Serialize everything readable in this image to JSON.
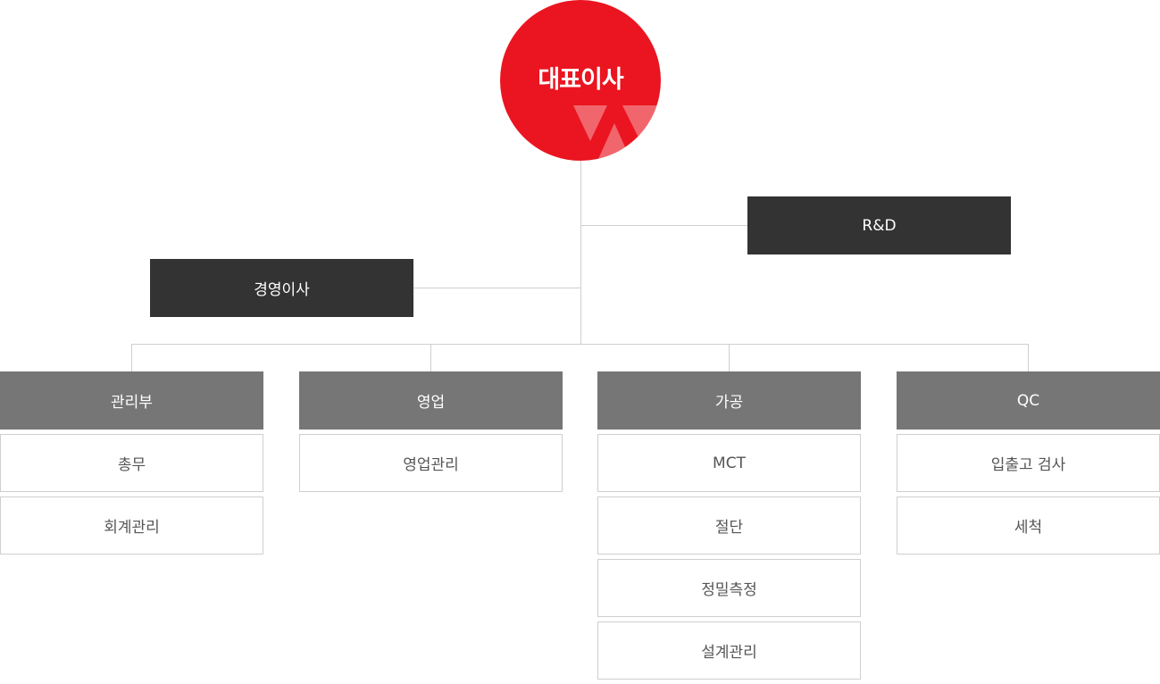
{
  "ceo": {
    "label": "대표이사",
    "color": "#ea1520"
  },
  "executives": {
    "rnd": "R&D",
    "management_director": "경영이사"
  },
  "departments": [
    {
      "title": "관리부",
      "items": [
        "총무",
        "회계관리"
      ]
    },
    {
      "title": "영업",
      "items": [
        "영업관리"
      ]
    },
    {
      "title": "가공",
      "items": [
        "MCT",
        "절단",
        "정밀측정",
        "설계관리"
      ]
    },
    {
      "title": "QC",
      "items": [
        "입출고 검사",
        "세척"
      ]
    }
  ],
  "colors": {
    "dark_box": "#333333",
    "dept_header": "#767676",
    "line": "#cfcfcf",
    "item_text": "#555555"
  }
}
